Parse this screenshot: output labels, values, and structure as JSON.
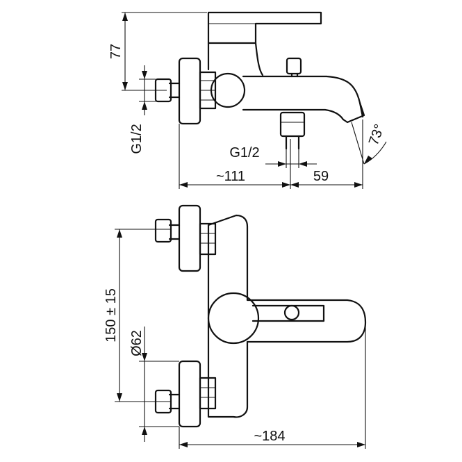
{
  "dimensions": {
    "top_view": {
      "height_77": "77",
      "inlet_thread_left": "G1/2",
      "outlet_thread": "G1/2",
      "depth_111": "~111",
      "spout_offset_59": "59",
      "spout_angle": "73°"
    },
    "front_view": {
      "centers": "150 ± 15",
      "flange_dia": "Ø62",
      "overall_length": "~184"
    }
  }
}
